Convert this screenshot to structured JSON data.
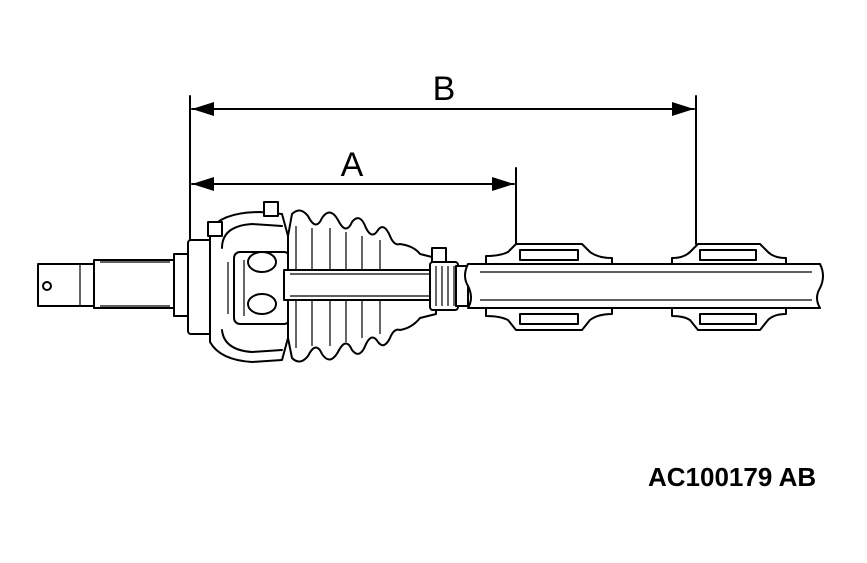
{
  "figure": {
    "dimension_a_label": "A",
    "dimension_b_label": "B",
    "reference_code": "AC100179 AB"
  }
}
